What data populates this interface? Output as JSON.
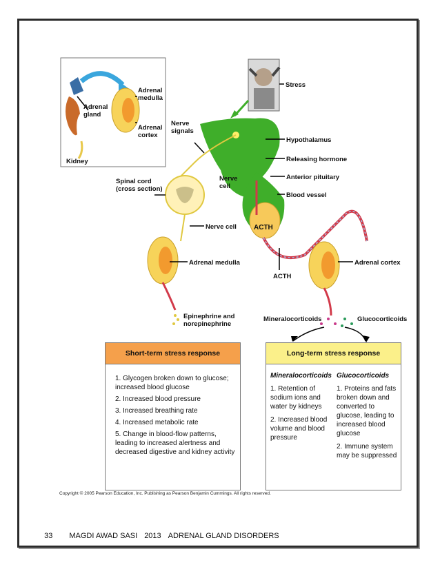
{
  "labels": {
    "stress": "Stress",
    "adrenal_gland": "Adrenal gland",
    "adrenal_medulla_top": "Adrenal medulla",
    "adrenal_cortex_top": "Adrenal cortex",
    "kidney": "Kidney",
    "nerve_signals": "Nerve signals",
    "nerve_cell_top": "Nerve cell",
    "hypothalamus": "Hypothalamus",
    "releasing_hormone": "Releasing hormone",
    "anterior_pituitary": "Anterior pituitary",
    "blood_vessel": "Blood vessel",
    "acth_inside": "ACTH",
    "acth_below": "ACTH",
    "spinal_cord": "Spinal cord (cross section)",
    "nerve_cell_mid": "Nerve cell",
    "adrenal_medulla": "Adrenal medulla",
    "adrenal_cortex": "Adrenal cortex",
    "epinephrine": "Epinephrine and norepinephrine",
    "mineralocorticoids": "Mineralocorticoids",
    "glucocorticoids": "Glucocorticoids"
  },
  "short_term": {
    "title": "Short-term stress response",
    "items": [
      "1. Glycogen broken down to glucose; increased blood glucose",
      "2. Increased blood pressure",
      "3. Increased breathing rate",
      "4. Increased metabolic rate",
      "5. Change in blood-flow patterns, leading to increased alertness and decreased digestive and kidney activity"
    ]
  },
  "long_term": {
    "title": "Long-term stress response",
    "col1_title": "Mineralocorticoids",
    "col1_items": [
      "1. Retention of sodium ions and water by kidneys",
      "2. Increased blood volume and blood pressure"
    ],
    "col2_title": "Glucocorticoids",
    "col2_items": [
      "1. Proteins and fats broken down and converted to glucose, leading to increased blood glucose",
      "2. Immune system may be suppressed"
    ]
  },
  "copyright": "Copyright © 2005 Pearson Education, Inc. Publishing as Pearson Benjamin Cummings. All rights reserved.",
  "footer": {
    "page": "33",
    "author": "MAGDI AWAD SASI",
    "year": "2013",
    "title": "ADRENAL GLAND DISORDERS"
  },
  "colors": {
    "hypothalamus_green": "#3fae2a",
    "gland_yellow": "#f2c94c",
    "short_term_orange": "#f5a04b",
    "long_term_yellow": "#fbf08a",
    "vessel_red": "#d23a4a"
  }
}
